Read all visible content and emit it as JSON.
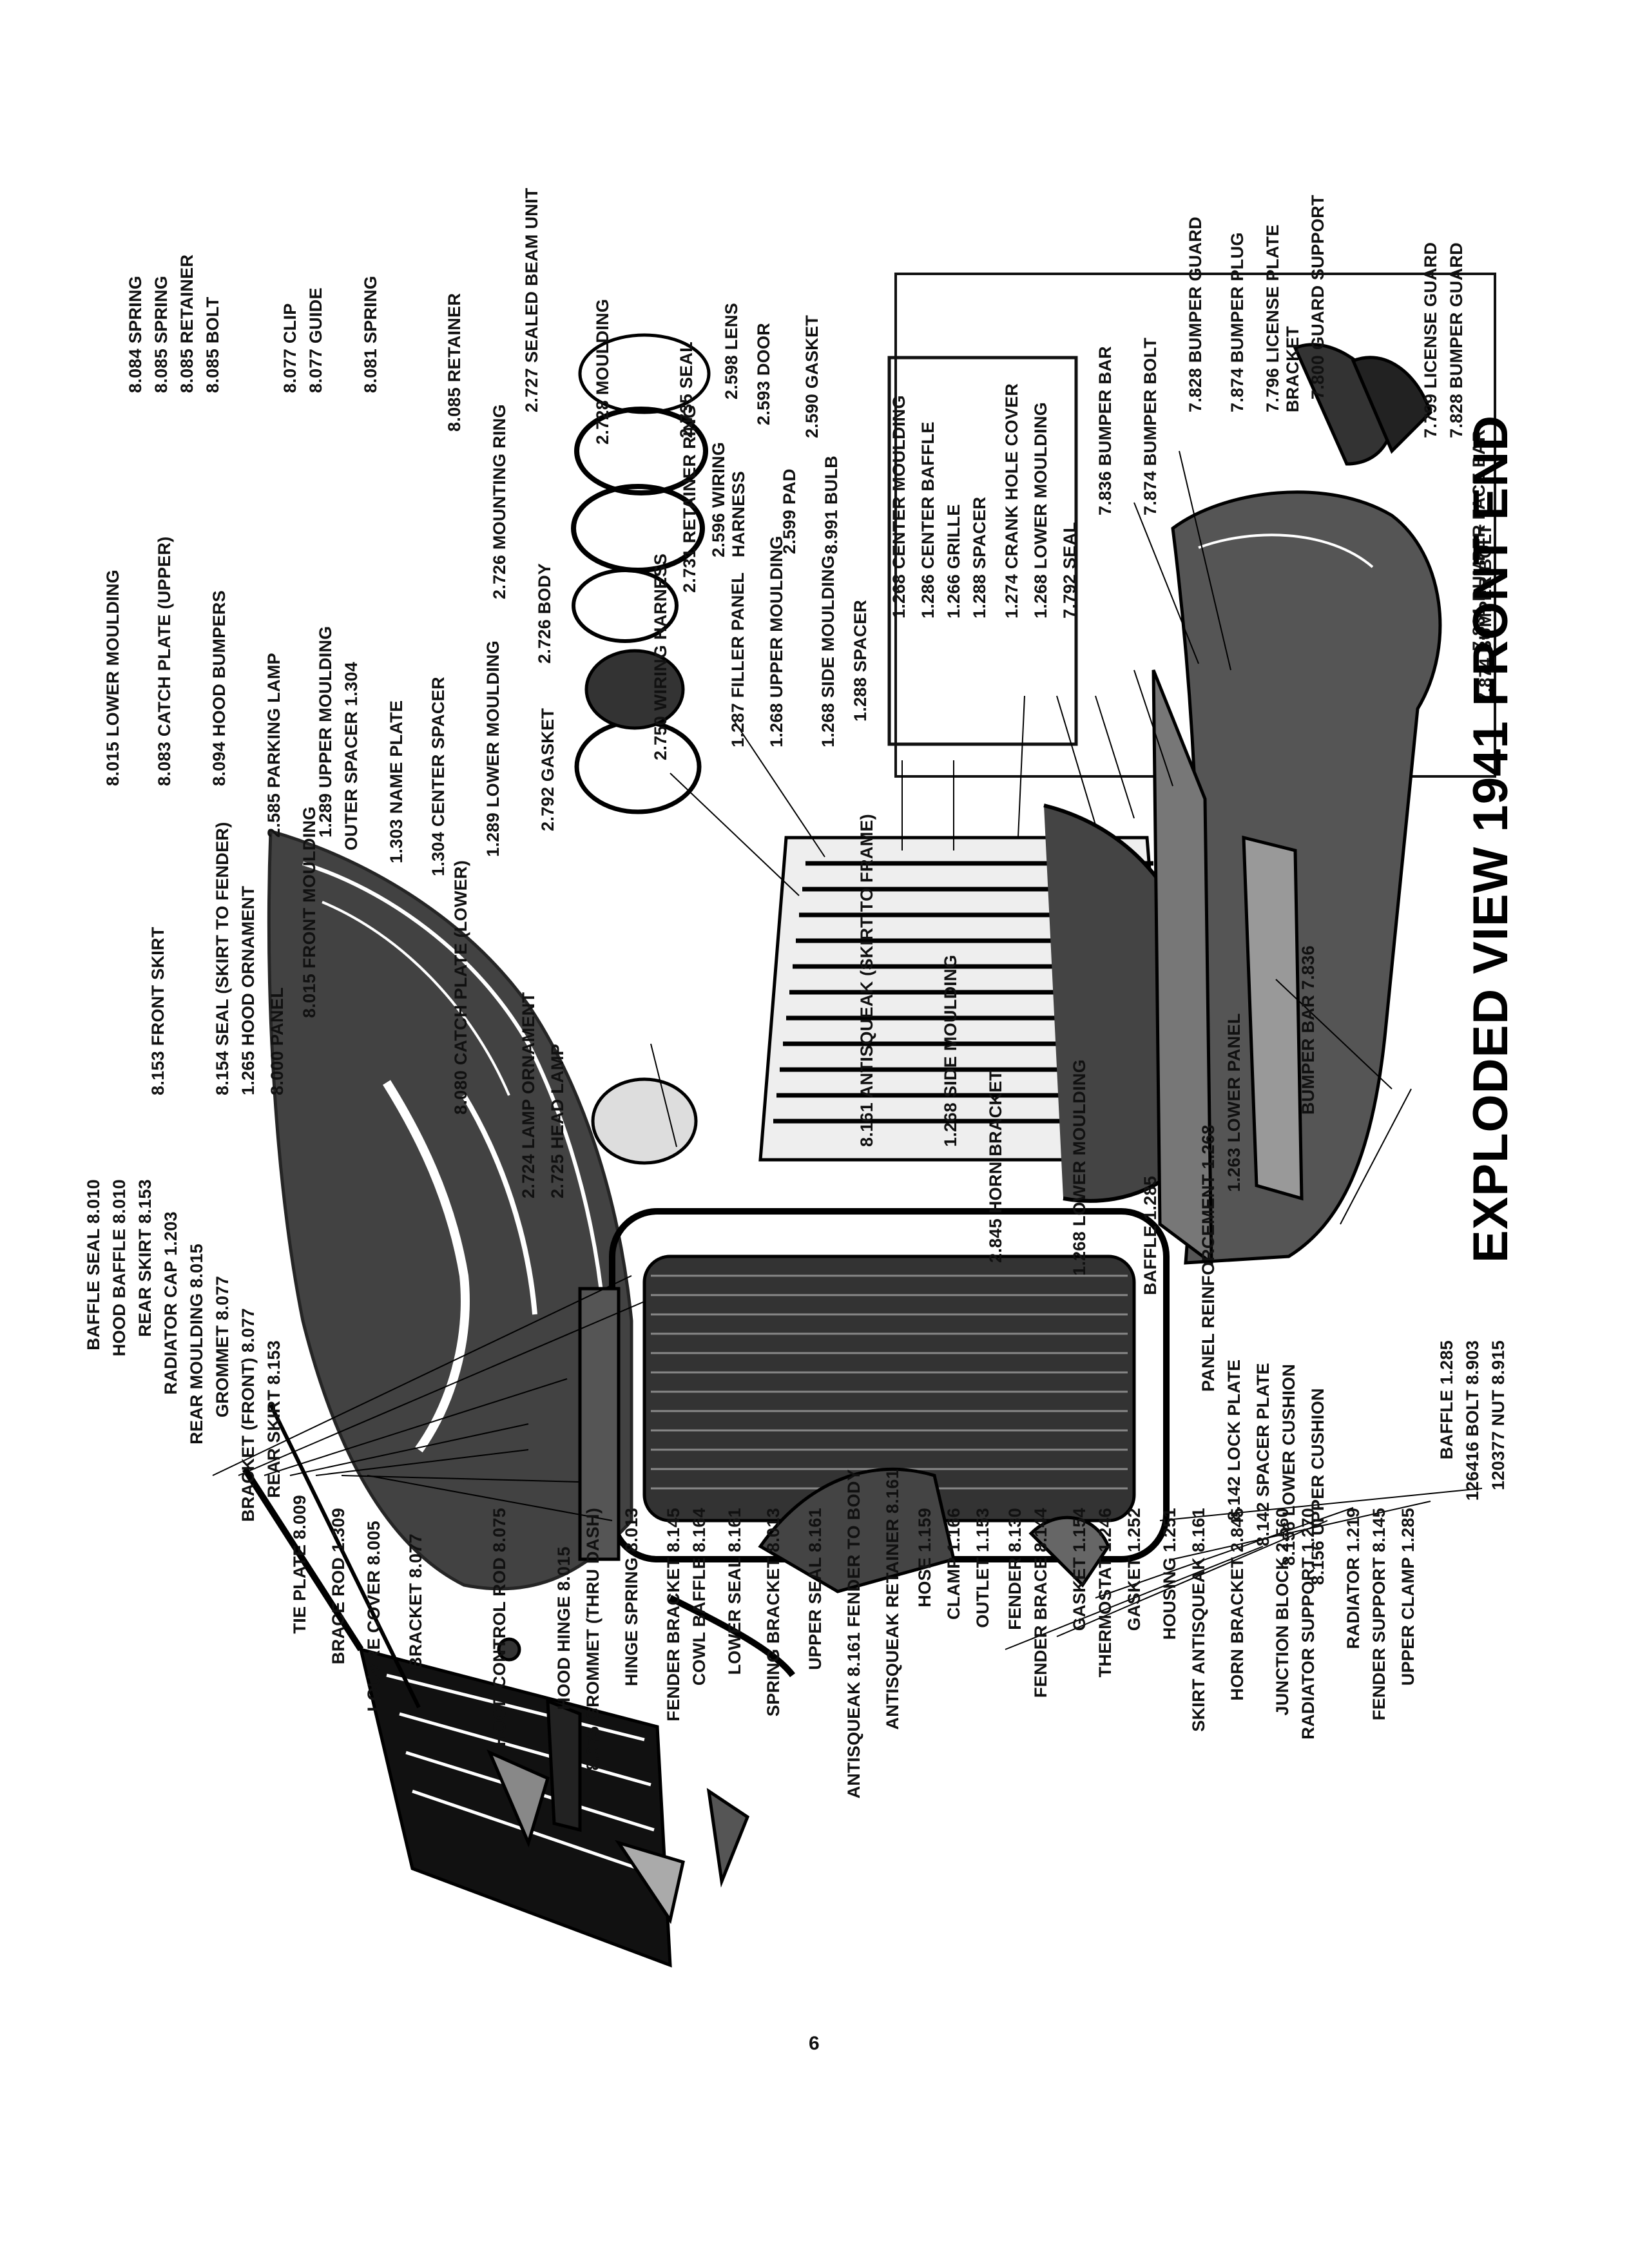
{
  "title": "EXPLODED VIEW 1941 FRONT END",
  "page_number": "6",
  "labels_left": [
    "BAFFLE SEAL 8.010",
    "HOOD BAFFLE 8.010",
    "REAR SKIRT 8.153",
    "RADIATOR CAP 1.203",
    "REAR MOULDING 8.015",
    "GROMMET 8.077",
    "BRACKET (FRONT) 8.077",
    "REAR SKIRT 8.153",
    "TIE PLATE 8.009",
    "BRACE ROD 1.309",
    "LOUVRE COVER 8.005",
    "BRACKET 8.077"
  ],
  "labels_bottom": [
    "HOOD CONTROL ROD 8.075",
    "HOOD HINGE 8.015",
    "8.075 GROMMET (THRU DASH)",
    "HINGE SPRING 8.013",
    "FENDER BRACKET 8.145",
    "COWL BAFFLE 8.164",
    "LOWER SEAL 8.161",
    "SPRING BRACKET 8.013",
    "UPPER SEAL 8.161",
    "ANTISQUEAK 8.161 FENDER TO BODY",
    "ANTISQUEAK RETAINER 8.161",
    "HOSE 1.159",
    "CLAMP 1.166",
    "OUTLET 1.153",
    "FENDER 8.130",
    "FENDER BRACE 8.144",
    "GASKET 1.154",
    "THERMOSTAT 1.246",
    "GASKET 1.252",
    "HOUSING 1.251",
    "SKIRT ANTISQUEAK 8.161",
    "HORN BRACKET 2.845",
    "JUNCTION BLOCK 2.560",
    "RADIATOR SUPPORT 1.270",
    "RADIATOR 1.219",
    "FENDER SUPPORT 8.145",
    "UPPER CLAMP 1.285",
    "BAFFLE 1.285",
    "126416 BOLT 8.903",
    "120377 NUT 8.915"
  ],
  "labels_center": [
    "8.153 FRONT SKIRT",
    "8.154 SEAL (SKIRT TO FENDER)",
    "1.265 HOOD ORNAMENT",
    "8.000 PANEL",
    "8.015 FRONT MOULDING",
    "8.080 CATCH PLATE (LOWER)",
    "2.724 LAMP ORNAMENT",
    "2.725 HEAD LAMP",
    "8.161 ANTISQUEAK (SKIRT TO FRAME)",
    "1.268 SIDE MOULDING",
    "2.845 HORN BRACKET",
    "1.268 LOWER MOULDING",
    "BAFFLE 1.285",
    "PANEL REINFORCEMENT 1.268",
    "1.263 LOWER PANEL",
    "BUMPER BAR 7.836",
    "8.142 LOCK PLATE",
    "8.142 SPACER PLATE",
    "8.156 LOWER CUSHION",
    "8.156 UPPER CUSHION"
  ],
  "labels_top": [
    "8.015 LOWER MOULDING",
    "8.083 CATCH PLATE (UPPER)",
    "8.094 HOOD BUMPERS",
    "2.585 PARKING LAMP",
    "1.289 UPPER MOULDING",
    "OUTER SPACER 1.304",
    "1.303 NAME PLATE",
    "1.304 CENTER SPACER",
    "1.289 LOWER MOULDING",
    "2.792 GASKET",
    "2.726 BODY",
    "2.750 WIRING HARNESS",
    "1.287 FILLER PANEL",
    "1.268 UPPER MOULDING",
    "1.268 SIDE MOULDING",
    "1.288 SPACER",
    "2.726 MOUNTING RING",
    "2.727 SEALED BEAM UNIT",
    "2.731 RETAINER RING",
    "2.728 MOULDING",
    "2.735 SEAL"
  ],
  "inset_top_right": [
    "8.084 SPRING",
    "8.085 SPRING",
    "8.085 RETAINER",
    "8.085 BOLT",
    "8.077 CLIP",
    "8.077 GUIDE",
    "8.081 SPRING",
    "8.085 RETAINER"
  ],
  "inset_lamp": [
    "2.598 LENS",
    "2.593 DOOR",
    "2.590 GASKET",
    "2.596 WIRING HARNESS",
    "2.599 PAD",
    "8.991 BULB"
  ],
  "labels_right": [
    "1.268 CENTER MOULDING",
    "1.286 CENTER BAFFLE",
    "1.266 GRILLE",
    "1.288 SPACER",
    "1.274 CRANK HOLE COVER",
    "1.268 LOWER MOULDING",
    "7.792 SEAL",
    "7.836 BUMPER BAR",
    "7.874 BUMPER BOLT",
    "7.828 BUMPER GUARD",
    "7.874 BUMPER PLUG",
    "7.796 LICENSE PLATE BRACKET",
    "7.800 GUARD SUPPORT",
    "7.799 LICENSE GUARD",
    "7.828 BUMPER GUARD",
    "7.831 BUMPER FACE BAR",
    "7.874 BUMPER BOLT"
  ]
}
